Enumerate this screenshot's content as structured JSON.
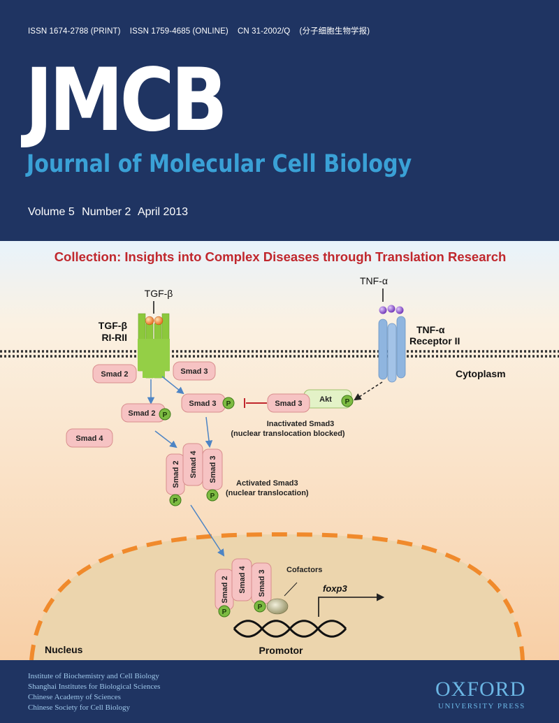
{
  "header": {
    "issn_print": "ISSN 1674-2788 (PRINT)",
    "issn_online": "ISSN 1759-4685 (ONLINE)",
    "cn": "CN 31-2002/Q",
    "chinese_title": "(分子细胞生物学报)",
    "logo": "JMCB",
    "full_title": "Journal of Molecular Cell Biology",
    "volume": "Volume 5",
    "number": "Number 2",
    "date": "April 2013"
  },
  "figure": {
    "collection_title": "Collection:  Insights into Complex Diseases through Translation Research",
    "tgfb_label": "TGF-β",
    "tgfb_receptor_label_1": "TGF-β",
    "tgfb_receptor_label_2": "RI-RII",
    "tnfa_label": "TNF-α",
    "tnfa_receptor_label_1": "TNF-α",
    "tnfa_receptor_label_2": "Receptor II",
    "cytoplasm": "Cytoplasm",
    "nucleus": "Nucleus",
    "smad2": "Smad 2",
    "smad3": "Smad 3",
    "smad4": "Smad 4",
    "akt": "Akt",
    "phospho": "P",
    "inactivated_1": "Inactivated Smad3",
    "inactivated_2": "(nuclear translocation blocked)",
    "activated_1": "Activated Smad3",
    "activated_2": "(nuclear translocation)",
    "cofactors": "Cofactors",
    "gene": "foxp3",
    "promotor": "Promotor"
  },
  "footer": {
    "institutions": [
      "Institute of Biochemistry and Cell Biology",
      "Shanghai Institutes for Biological Sciences",
      "Chinese Academy of Sciences",
      "Chinese Society for Cell Biology"
    ],
    "publisher_name": "OXFORD",
    "publisher_sub": "UNIVERSITY PRESS"
  },
  "colors": {
    "background_navy": "#1f3462",
    "title_blue": "#3aa1d6",
    "collection_red": "#c0272d",
    "smad_pink": "#f6c3c3",
    "receptor_green": "#8cc83c",
    "receptor_blue": "#8fb5df",
    "membrane_orange": "#f4a04a"
  }
}
